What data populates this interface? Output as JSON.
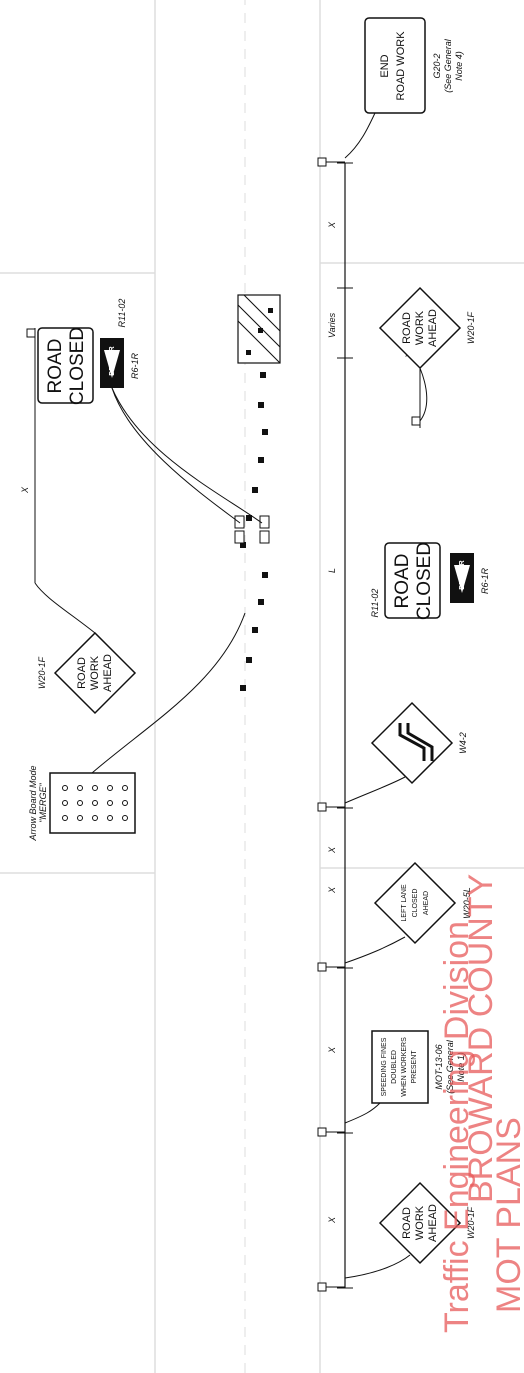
{
  "signs": {
    "end_road_work": {
      "line1": "END",
      "line2": "ROAD WORK",
      "code": "G20-2",
      "note1": "(See General",
      "note2": "Note 4)"
    },
    "road_work_ahead_right": {
      "line1": "ROAD",
      "line2": "WORK",
      "line3": "AHEAD",
      "code": "W20-1F"
    },
    "road_work_ahead_left": {
      "line1": "ROAD",
      "line2": "WORK",
      "line3": "AHEAD",
      "code": "W20-1F"
    },
    "road_work_ahead_first": {
      "line1": "ROAD",
      "line2": "WORK",
      "line3": "AHEAD",
      "code": "W20-1F"
    },
    "road_closed_top": {
      "line1": "ROAD",
      "line2": "CLOSED",
      "code": "R11-02"
    },
    "detour_top": {
      "label": "DETOUR",
      "code": "R6-1R"
    },
    "road_closed_bottom": {
      "line1": "ROAD",
      "line2": "CLOSED",
      "code": "R11-02"
    },
    "detour_bottom": {
      "label": "DETOUR",
      "code": "R6-1R"
    },
    "lane_shift": {
      "code": "W4-2"
    },
    "left_lane_closed": {
      "line1": "LEFT LANE",
      "line2": "CLOSED",
      "line3": "AHEAD",
      "code": "W20-5L"
    },
    "speeding_fines": {
      "line1": "SPEEDING FINES",
      "line2": "DOUBLED",
      "line3": "WHEN WORKERS",
      "line4": "PRESENT",
      "code": "MOT-13-06",
      "note1": "(See General",
      "note2": "Note 1)"
    },
    "arrow_board": {
      "label1": "Arrow Board Mode",
      "label2": "\"MERGE\""
    }
  },
  "dimensions": {
    "x": "X",
    "l": "L",
    "varies": "Varies"
  },
  "watermark": {
    "line1": "BROWARD COUNTY",
    "line2": "Traffic Engineering Division",
    "line3": "MOT PLANS"
  },
  "colors": {
    "ink": "#111111",
    "watermark": "#e85a5a",
    "road_edge": "#dddddd"
  }
}
